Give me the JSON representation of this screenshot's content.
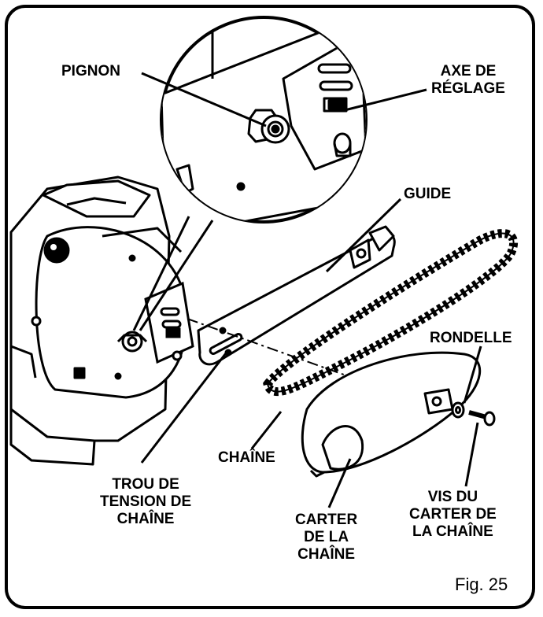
{
  "labels": {
    "pignon": "PIGNON",
    "axe_line1": "AXE DE",
    "axe_line2": "RÉGLAGE",
    "guide": "GUIDE",
    "rondelle": "RONDELLE",
    "chaine": "CHAÎNE",
    "trou_line1": "TROU DE",
    "trou_line2": "TENSION DE",
    "trou_line3": "CHAÎNE",
    "carter_line1": "CARTER",
    "carter_line2": "DE LA",
    "carter_line3": "CHAÎNE",
    "vis_line1": "VIS DU",
    "vis_line2": "CARTER DE",
    "vis_line3": "LA CHAÎNE"
  },
  "figure_label": "Fig. 25"
}
